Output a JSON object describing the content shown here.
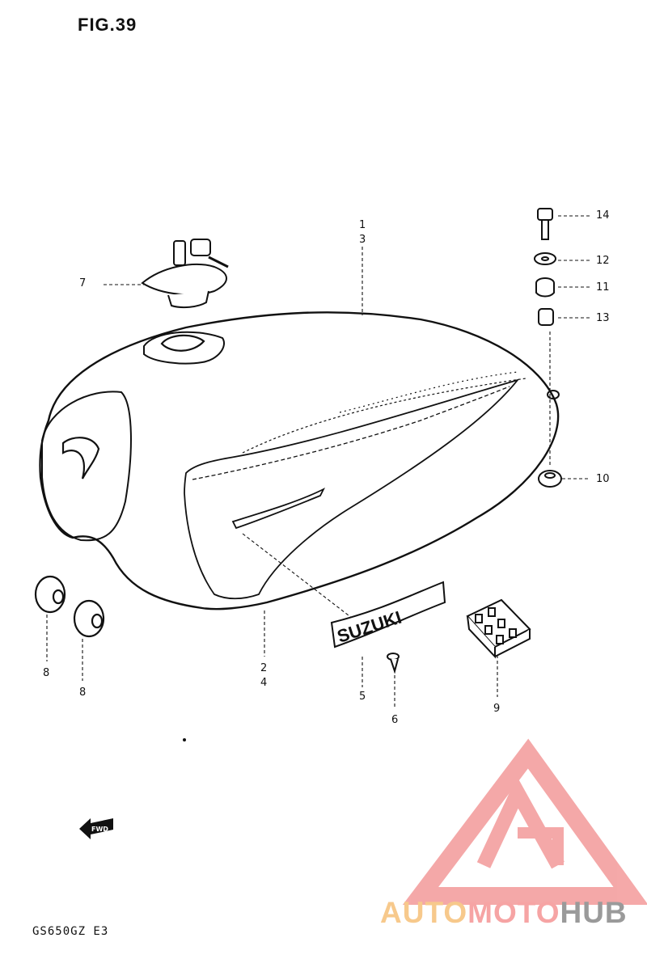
{
  "figure": {
    "title": "FIG.39",
    "model": "GS650GZ E3"
  },
  "callouts": [
    {
      "id": "c-1",
      "text": "1"
    },
    {
      "id": "c-3",
      "text": "3"
    },
    {
      "id": "c-7",
      "text": "7"
    },
    {
      "id": "c-14",
      "text": "14"
    },
    {
      "id": "c-12",
      "text": "12"
    },
    {
      "id": "c-11",
      "text": "11"
    },
    {
      "id": "c-13",
      "text": "13"
    },
    {
      "id": "c-10",
      "text": "10"
    },
    {
      "id": "c-8a",
      "text": "8"
    },
    {
      "id": "c-8b",
      "text": "8"
    },
    {
      "id": "c-2",
      "text": "2"
    },
    {
      "id": "c-4",
      "text": "4"
    },
    {
      "id": "c-5",
      "text": "5"
    },
    {
      "id": "c-6",
      "text": "6"
    },
    {
      "id": "c-9",
      "text": "9"
    }
  ],
  "emblem_text": "SUZUKI",
  "direction_marker": "FWD",
  "watermark": {
    "part1": "AUTO",
    "part2": "MOTO",
    "part3": "HUB",
    "color_orange": "#f7c98c",
    "color_red": "#f6a4a4",
    "color_grey": "#9a9a9a"
  }
}
